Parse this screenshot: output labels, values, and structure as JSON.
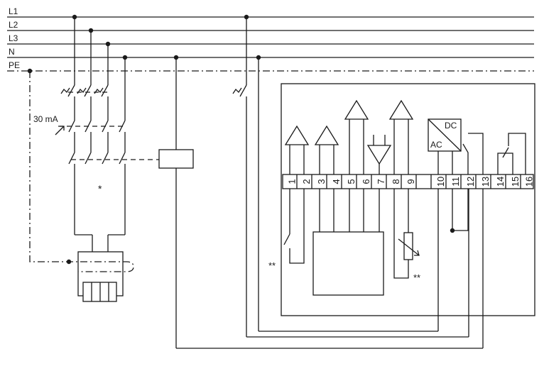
{
  "bus": {
    "l1": "L1",
    "l2": "L2",
    "l3": "L3",
    "n": "N",
    "pe": "PE"
  },
  "rcd": {
    "rating": "30 mA",
    "asterisk": "*"
  },
  "module": {
    "terminals": [
      "1",
      "2",
      "3",
      "4",
      "5",
      "6",
      "7",
      "8",
      "9",
      "",
      "10",
      "11",
      "12",
      "13",
      "14",
      "15",
      "16"
    ],
    "converter_dc": "DC",
    "converter_ac": "AC"
  },
  "notes": {
    "sensor_note": "**",
    "probe_note": "**"
  }
}
